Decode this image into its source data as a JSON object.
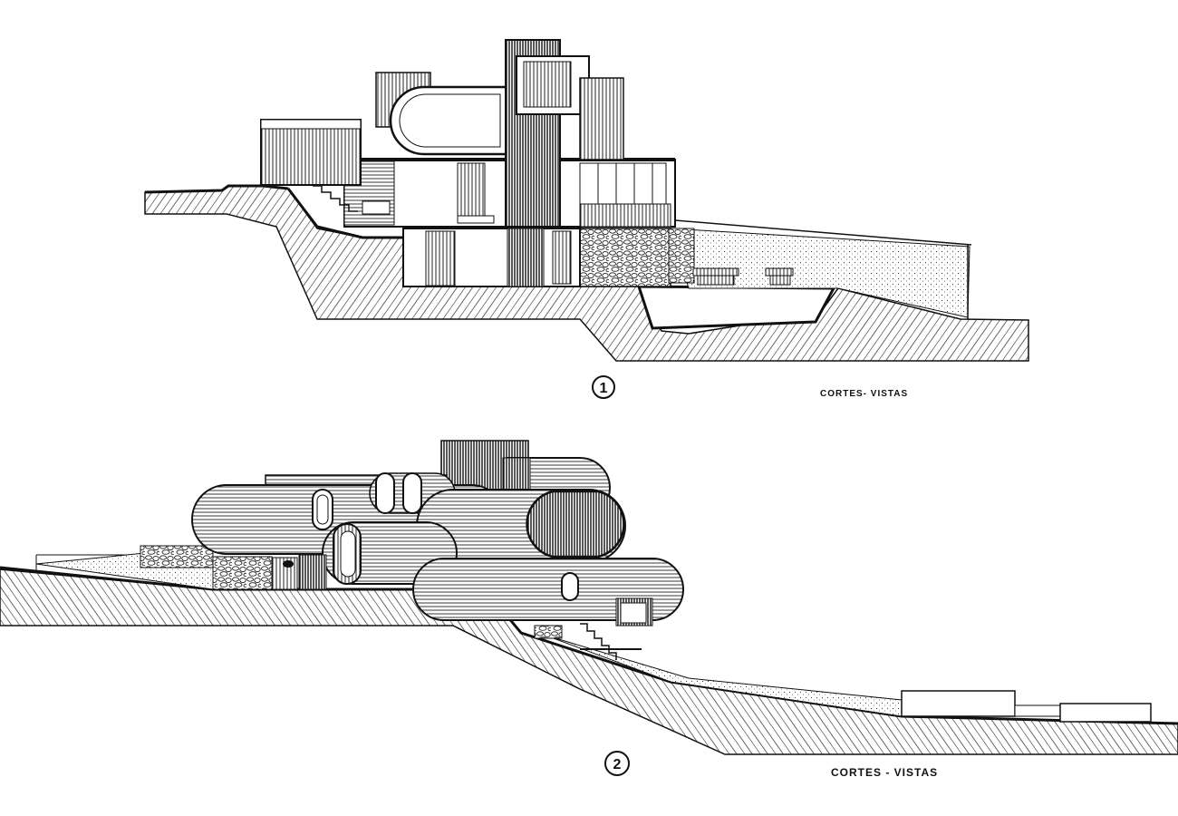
{
  "sheet": {
    "section_1": {
      "number": "1",
      "caption": "CORTES- VISTAS"
    },
    "section_2": {
      "number": "2",
      "caption": "CORTES - VISTAS"
    }
  },
  "colors": {
    "ink": "#111111",
    "paper": "#ffffff",
    "wall_dark": "#2a2a2a"
  }
}
